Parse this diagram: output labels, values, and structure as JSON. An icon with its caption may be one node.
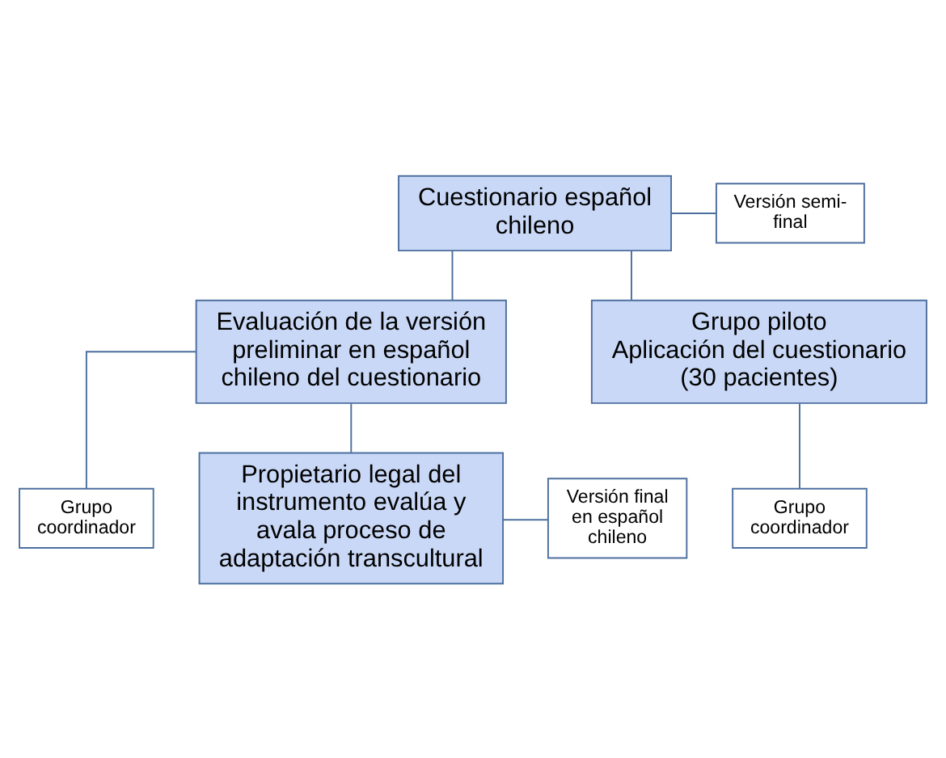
{
  "diagram": {
    "nodes": [
      {
        "text": [
          "Cuestionario español chileno"
        ]
      },
      {
        "text": [
          "Versión semi-final"
        ]
      },
      {
        "text": [
          "Evaluación de la versión preliminar en español chileno del cuestionario"
        ]
      },
      {
        "text": [
          "Grupo piloto",
          "Aplicación del cuestionario (30 pacientes)"
        ]
      },
      {
        "text": [
          "Grupo coordinador"
        ]
      },
      {
        "text": [
          "Grupo coordinador"
        ]
      },
      {
        "text": [
          "Propietario legal del instrumento evalúa y avala proceso de adaptación transcultural"
        ]
      },
      {
        "text": [
          "Versión final en español chileno"
        ]
      }
    ],
    "edges": [
      {
        "from": 0,
        "to": 1,
        "arrow": "none"
      },
      {
        "from": 0,
        "to": 2,
        "arrow": "none"
      },
      {
        "from": 0,
        "to": 3,
        "arrow": "none"
      },
      {
        "from": 2,
        "to": 4,
        "arrow": "none"
      },
      {
        "from": 3,
        "to": 5,
        "arrow": "none"
      },
      {
        "from": 2,
        "to": 6,
        "arrow": "none"
      },
      {
        "from": 6,
        "to": 7,
        "arrow": "none"
      }
    ]
  }
}
